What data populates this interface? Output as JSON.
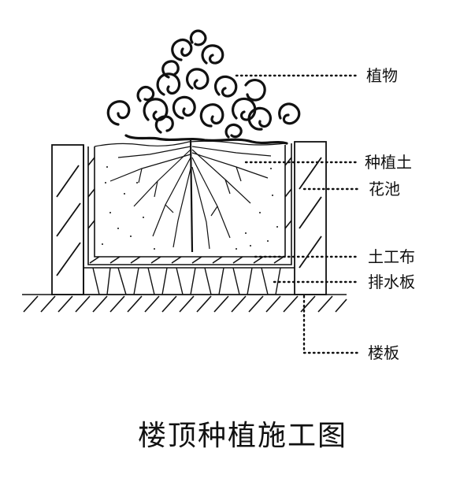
{
  "title": "楼顶种植施工图",
  "labels": {
    "plant": "植物",
    "planting_soil": "种植土",
    "planter": "花池",
    "geotextile": "土工布",
    "drainage_board": "排水板",
    "floor_slab": "楼板"
  },
  "colors": {
    "ink": "#111111",
    "background": "#ffffff"
  }
}
